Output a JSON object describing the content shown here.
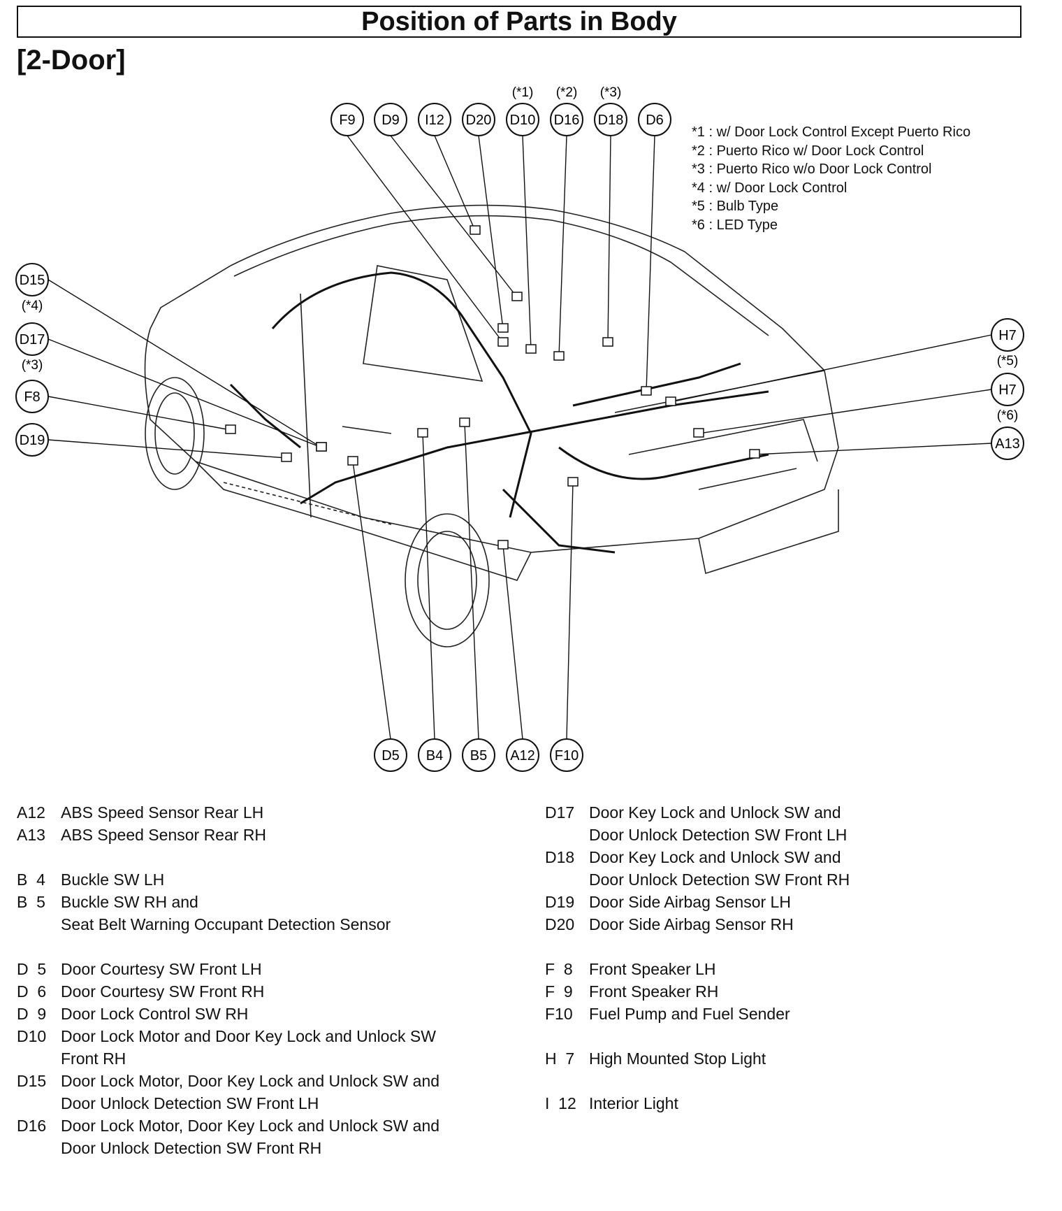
{
  "header": {
    "title": "Position of Parts in Body",
    "subtitle": "[2-Door]"
  },
  "notes": [
    "*1 : w/ Door Lock Control Except Puerto Rico",
    "*2 : Puerto Rico w/ Door Lock Control",
    "*3 : Puerto Rico w/o Door Lock Control",
    "*4 : w/ Door Lock Control",
    "*5 : Bulb Type",
    "*6 : LED Type"
  ],
  "callouts": {
    "top": [
      {
        "code": "F9",
        "note": ""
      },
      {
        "code": "D9",
        "note": ""
      },
      {
        "code": "I12",
        "note": ""
      },
      {
        "code": "D20",
        "note": ""
      },
      {
        "code": "D10",
        "note": "(*1)"
      },
      {
        "code": "D16",
        "note": "(*2)"
      },
      {
        "code": "D18",
        "note": "(*3)"
      },
      {
        "code": "D6",
        "note": ""
      }
    ],
    "left": [
      {
        "code": "D15",
        "note": "(*4)"
      },
      {
        "code": "D17",
        "note": "(*3)"
      },
      {
        "code": "F8",
        "note": ""
      },
      {
        "code": "D19",
        "note": ""
      }
    ],
    "right": [
      {
        "code": "H7",
        "note": "(*5)"
      },
      {
        "code": "H7",
        "note": "(*6)"
      },
      {
        "code": "A13",
        "note": ""
      }
    ],
    "bottom": [
      {
        "code": "D5",
        "note": ""
      },
      {
        "code": "B4",
        "note": ""
      },
      {
        "code": "B5",
        "note": ""
      },
      {
        "code": "A12",
        "note": ""
      },
      {
        "code": "F10",
        "note": ""
      }
    ]
  },
  "legend": {
    "left": [
      {
        "code": "A12",
        "lines": [
          "ABS Speed Sensor Rear LH"
        ]
      },
      {
        "code": "A13",
        "lines": [
          "ABS Speed Sensor Rear RH"
        ]
      },
      {
        "gap": true
      },
      {
        "code": "B  4",
        "lines": [
          "Buckle SW LH"
        ]
      },
      {
        "code": "B  5",
        "lines": [
          "Buckle SW RH and",
          "Seat Belt Warning Occupant Detection Sensor"
        ]
      },
      {
        "gap": true
      },
      {
        "code": "D  5",
        "lines": [
          "Door Courtesy SW Front LH"
        ]
      },
      {
        "code": "D  6",
        "lines": [
          "Door Courtesy SW Front RH"
        ]
      },
      {
        "code": "D  9",
        "lines": [
          "Door Lock Control SW RH"
        ]
      },
      {
        "code": "D10",
        "lines": [
          "Door Lock Motor and Door Key Lock and Unlock SW",
          "Front RH"
        ]
      },
      {
        "code": "D15",
        "lines": [
          "Door Lock Motor, Door Key Lock and Unlock SW and",
          "Door Unlock Detection SW Front LH"
        ]
      },
      {
        "code": "D16",
        "lines": [
          "Door Lock Motor, Door Key Lock and Unlock SW and",
          "Door Unlock Detection SW Front RH"
        ]
      }
    ],
    "right": [
      {
        "code": "D17",
        "lines": [
          "Door Key Lock and Unlock SW and",
          "Door Unlock Detection SW Front LH"
        ]
      },
      {
        "code": "D18",
        "lines": [
          "Door Key Lock and Unlock SW and",
          "Door Unlock Detection SW Front RH"
        ]
      },
      {
        "code": "D19",
        "lines": [
          "Door Side Airbag Sensor LH"
        ]
      },
      {
        "code": "D20",
        "lines": [
          "Door Side Airbag Sensor RH"
        ]
      },
      {
        "gap": true
      },
      {
        "code": "F  8",
        "lines": [
          "Front Speaker LH"
        ]
      },
      {
        "code": "F  9",
        "lines": [
          "Front Speaker RH"
        ]
      },
      {
        "code": "F10",
        "lines": [
          "Fuel Pump and Fuel Sender"
        ]
      },
      {
        "gap": true
      },
      {
        "code": "H  7",
        "lines": [
          "High Mounted Stop Light"
        ]
      },
      {
        "gap": true
      },
      {
        "code": "I  12",
        "lines": [
          "Interior Light"
        ]
      }
    ]
  }
}
